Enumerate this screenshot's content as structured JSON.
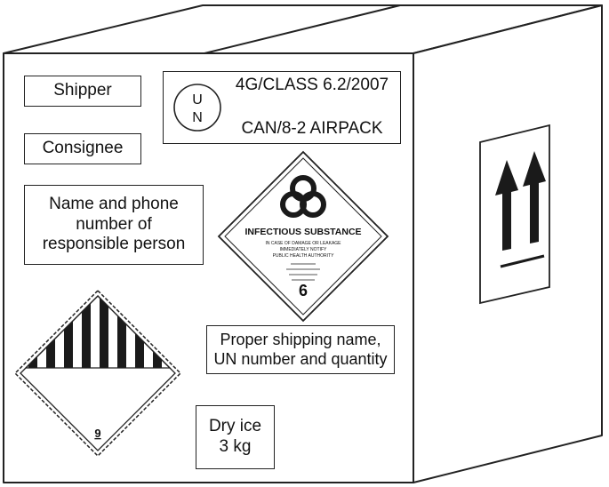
{
  "labels": {
    "shipper": "Shipper",
    "consignee": "Consignee",
    "responsible_person": "Name and phone\nnumber of\nresponsible person",
    "proper_shipping": "Proper shipping name,\nUN number and quantity",
    "dry_ice": "Dry ice\n3 kg"
  },
  "un_mark": {
    "letter_top": "U",
    "letter_bottom": "N",
    "spec_line1": "4G/CLASS 6.2/2007",
    "spec_line2": "CAN/8-2 AIRPACK"
  },
  "infectious_label": {
    "title": "INFECTIOUS SUBSTANCE",
    "subtext": [
      "IN CASE OF DAMAGE OR LEAKAGE",
      "IMMEDIATELY NOTIFY",
      "PUBLIC HEALTH AUTHORITY"
    ],
    "class_number": "6"
  },
  "class9_label": {
    "class_number": "9"
  },
  "colors": {
    "line": "#222222",
    "fill_dark": "#1a1a1a",
    "background": "#ffffff"
  }
}
